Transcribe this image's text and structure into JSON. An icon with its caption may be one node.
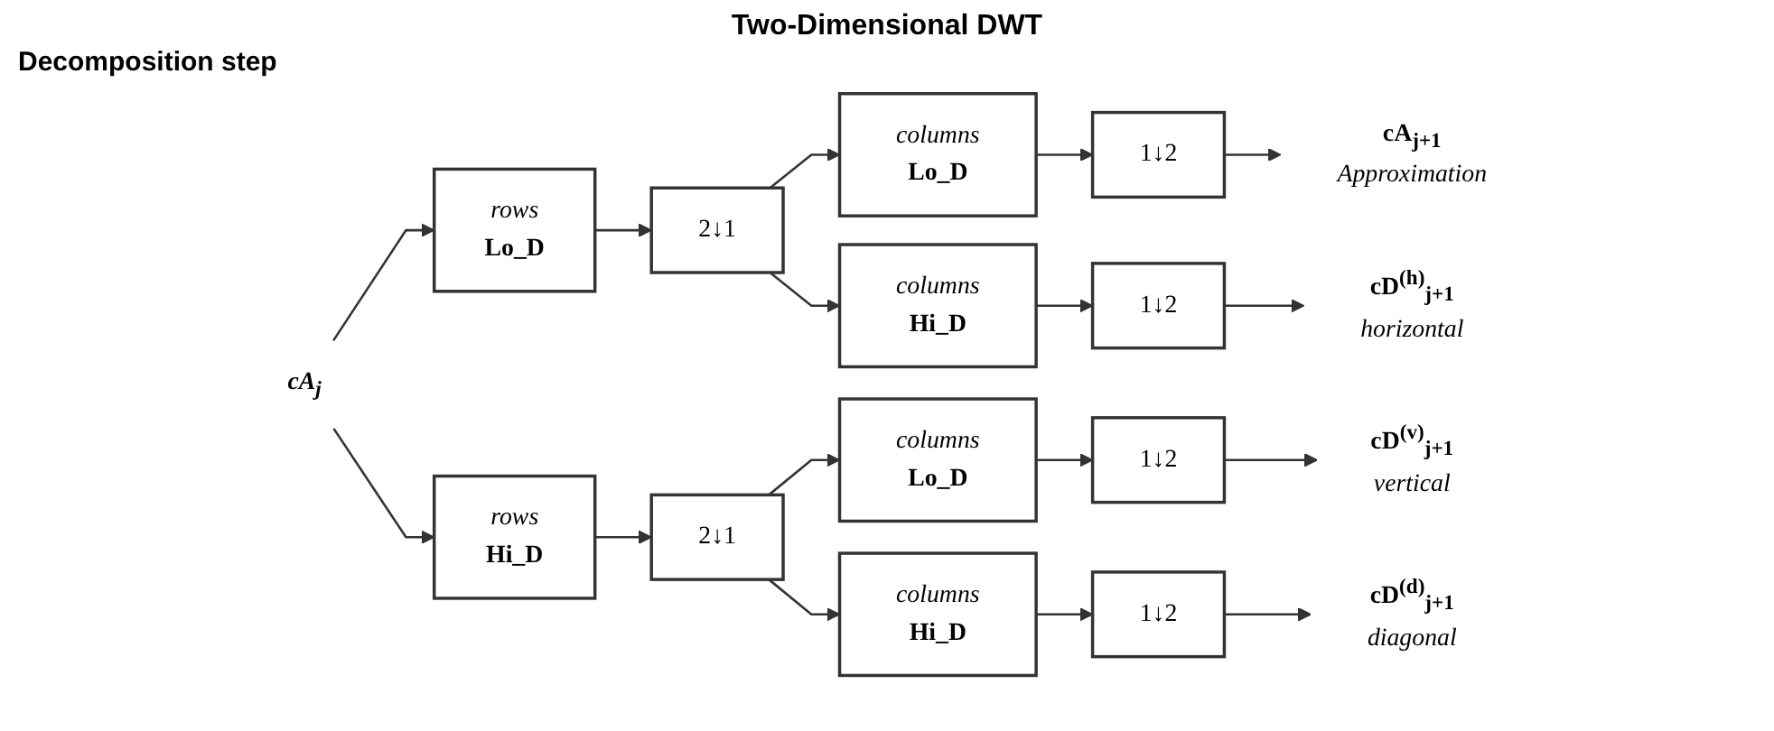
{
  "diagram": {
    "title": "Two-Dimensional DWT",
    "nodes": [
      {
        "text": [
          "cA$_{j}$"
        ]
      },
      {
        "text": [
          "rows",
          "Lo_D"
        ]
      },
      {
        "text": [
          "rows",
          "Hi_D"
        ]
      },
      {
        "text": [
          "2↓1"
        ]
      },
      {
        "text": [
          "2↓1"
        ]
      },
      {
        "text": [
          "columns",
          "Lo_D"
        ]
      },
      {
        "text": [
          "columns",
          "Hi_D"
        ]
      },
      {
        "text": [
          "columns",
          "Lo_D"
        ]
      },
      {
        "text": [
          "columns",
          "Hi_D"
        ]
      },
      {
        "text": [
          "1↓2"
        ]
      },
      {
        "text": [
          "1↓2"
        ]
      },
      {
        "text": [
          "1↓2"
        ]
      },
      {
        "text": [
          "1↓2"
        ]
      },
      {
        "text": [
          "cA$_{j+1}$",
          "Approximation"
        ]
      },
      {
        "text": [
          "cD$^{(h)}$$_{j+1}$",
          "horizontal"
        ]
      },
      {
        "text": [
          "cD$^{(v)}$$_{j+1}$",
          "vertical"
        ]
      },
      {
        "text": [
          "cD$^{(d)}$$_{j+1}$",
          "diagonal"
        ]
      }
    ],
    "edges": [
      {
        "from": 0,
        "to": 1,
        "arrow": "to"
      },
      {
        "from": 0,
        "to": 2,
        "arrow": "to"
      },
      {
        "from": 1,
        "to": 3,
        "arrow": "to"
      },
      {
        "from": 2,
        "to": 4,
        "arrow": "to"
      },
      {
        "from": 3,
        "to": 5,
        "arrow": "to"
      },
      {
        "from": 3,
        "to": 6,
        "arrow": "to"
      },
      {
        "from": 4,
        "to": 7,
        "arrow": "to"
      },
      {
        "from": 4,
        "to": 8,
        "arrow": "to"
      },
      {
        "from": 5,
        "to": 9,
        "arrow": "to"
      },
      {
        "from": 6,
        "to": 10,
        "arrow": "to"
      },
      {
        "from": 7,
        "to": 11,
        "arrow": "to"
      },
      {
        "from": 8,
        "to": 12,
        "arrow": "to"
      },
      {
        "from": 9,
        "to": 13,
        "arrow": "to"
      },
      {
        "from": 10,
        "to": 14,
        "arrow": "to"
      },
      {
        "from": 11,
        "to": 15,
        "arrow": "to"
      },
      {
        "from": 12,
        "to": 16,
        "arrow": "to"
      }
    ],
    "labels": [
      "Decomposition step"
    ]
  }
}
